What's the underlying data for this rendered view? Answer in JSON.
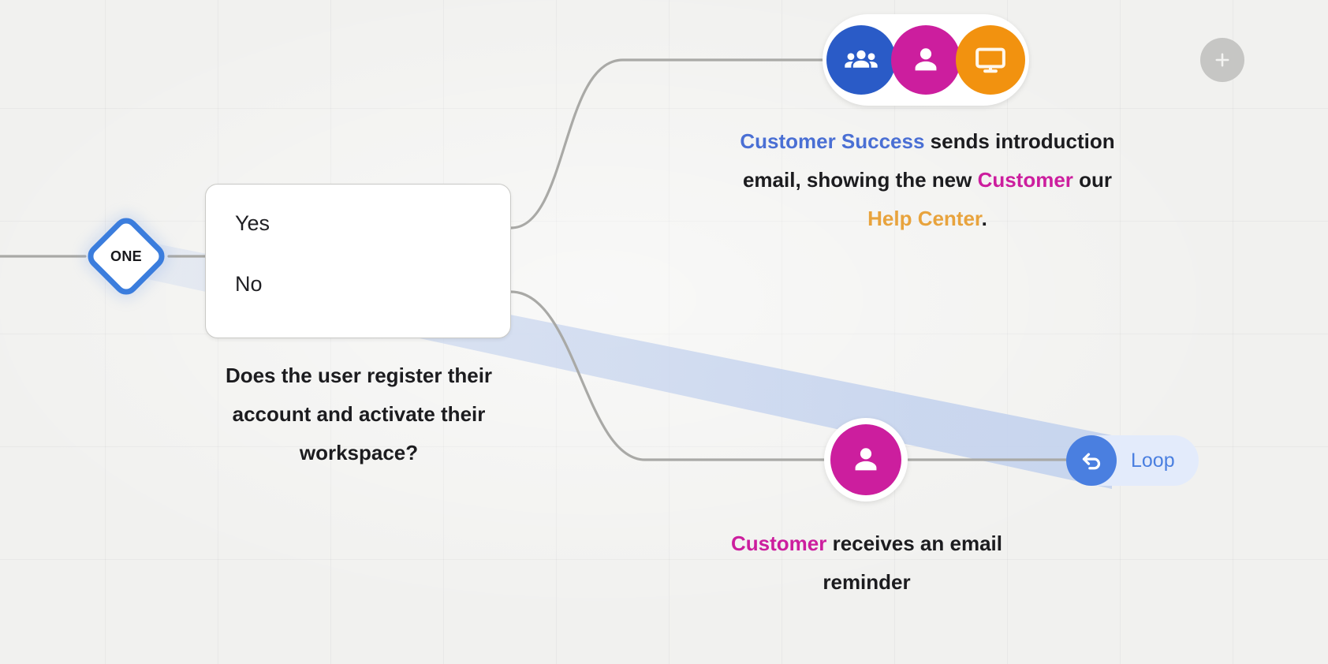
{
  "canvas": {
    "background_color": "#f1f1ef",
    "grid": true,
    "edge_color": "#a9a9a6",
    "highlight_ribbon_color": "#c9d6ef"
  },
  "add_button": {
    "icon": "plus-icon",
    "label": "+"
  },
  "decision": {
    "badge": {
      "label": "ONE",
      "border_color": "#3b7ddd"
    },
    "options": [
      {
        "label": "Yes"
      },
      {
        "label": "No"
      }
    ],
    "caption": "Does the user register their account and activate their workspace?"
  },
  "branches": {
    "yes": {
      "personas": [
        {
          "name": "customer-success",
          "icon": "people-group-icon",
          "color": "#2a5bc7"
        },
        {
          "name": "customer",
          "icon": "person-icon",
          "color": "#cc1e9e"
        },
        {
          "name": "help-center",
          "icon": "monitor-icon",
          "color": "#f2920f"
        }
      ],
      "caption_parts": [
        {
          "text": "Customer Success",
          "color": "#4a6fd4",
          "bold": true
        },
        {
          "text": " sends introduction email, showing the new ",
          "color": "#1c1c1f",
          "bold": true
        },
        {
          "text": "Customer",
          "color": "#cc1e9e",
          "bold": true
        },
        {
          "text": " our ",
          "color": "#1c1c1f",
          "bold": true
        },
        {
          "text": "Help Center",
          "color": "#e8a33d",
          "bold": true
        },
        {
          "text": ".",
          "color": "#1c1c1f",
          "bold": true
        }
      ]
    },
    "no": {
      "persona": {
        "name": "customer",
        "icon": "person-icon",
        "color": "#cc1e9e"
      },
      "caption_parts": [
        {
          "text": "Customer",
          "color": "#cc1e9e",
          "bold": true
        },
        {
          "text": " receives an email reminder",
          "color": "#1c1c1f",
          "bold": true
        }
      ],
      "loop": {
        "label": "Loop",
        "icon": "undo-arrow-icon",
        "color": "#4a7fe0",
        "pill_background": "#e3ebfb"
      }
    }
  }
}
